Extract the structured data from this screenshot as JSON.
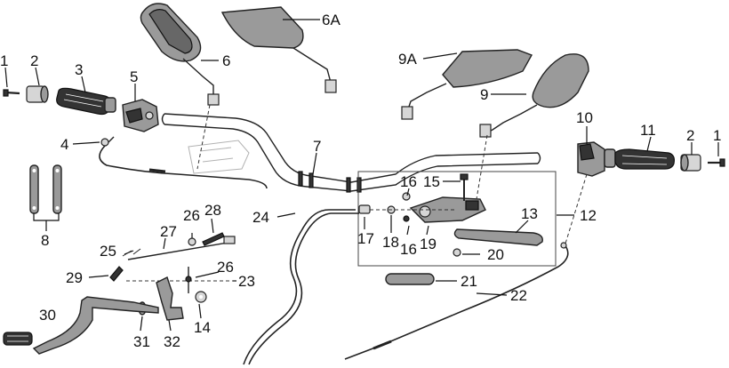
{
  "callouts": [
    {
      "id": "c1a",
      "text": "1"
    },
    {
      "id": "c2a",
      "text": "2"
    },
    {
      "id": "c3",
      "text": "3"
    },
    {
      "id": "c4",
      "text": "4"
    },
    {
      "id": "c5",
      "text": "5"
    },
    {
      "id": "c6",
      "text": "6"
    },
    {
      "id": "c6a",
      "text": "6A"
    },
    {
      "id": "c7",
      "text": "7"
    },
    {
      "id": "c8",
      "text": "8"
    },
    {
      "id": "c9",
      "text": "9"
    },
    {
      "id": "c9a",
      "text": "9A"
    },
    {
      "id": "c10",
      "text": "10"
    },
    {
      "id": "c11",
      "text": "11"
    },
    {
      "id": "c2b",
      "text": "2"
    },
    {
      "id": "c1b",
      "text": "1"
    },
    {
      "id": "c12",
      "text": "12"
    },
    {
      "id": "c13",
      "text": "13"
    },
    {
      "id": "c14",
      "text": "14"
    },
    {
      "id": "c15",
      "text": "15"
    },
    {
      "id": "c16a",
      "text": "16"
    },
    {
      "id": "c16b",
      "text": "16"
    },
    {
      "id": "c17",
      "text": "17"
    },
    {
      "id": "c18",
      "text": "18"
    },
    {
      "id": "c19",
      "text": "19"
    },
    {
      "id": "c20",
      "text": "20"
    },
    {
      "id": "c21",
      "text": "21"
    },
    {
      "id": "c22",
      "text": "22"
    },
    {
      "id": "c23",
      "text": "23"
    },
    {
      "id": "c24",
      "text": "24"
    },
    {
      "id": "c25",
      "text": "25"
    },
    {
      "id": "c26a",
      "text": "26"
    },
    {
      "id": "c26b",
      "text": "26"
    },
    {
      "id": "c27",
      "text": "27"
    },
    {
      "id": "c28",
      "text": "28"
    },
    {
      "id": "c29",
      "text": "29"
    },
    {
      "id": "c30",
      "text": "30"
    },
    {
      "id": "c31",
      "text": "31"
    },
    {
      "id": "c32",
      "text": "32"
    }
  ]
}
